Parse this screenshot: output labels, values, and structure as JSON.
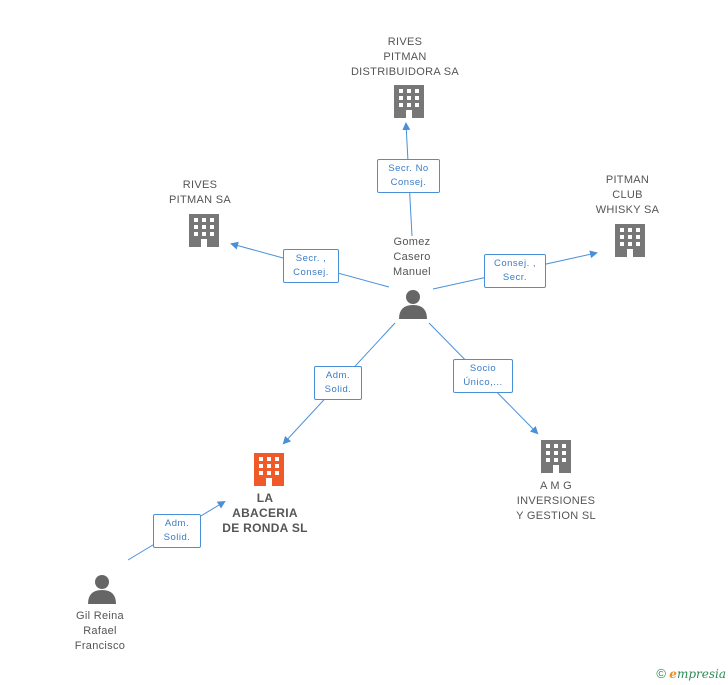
{
  "nodes": {
    "rives_pitman_distribuidora": "RIVES\nPITMAN\nDISTRIBUIDORA SA",
    "rives_pitman": "RIVES\nPITMAN SA",
    "pitman_club_whisky": "PITMAN\nCLUB\nWHISKY SA",
    "gomez_casero": "Gomez\nCasero\nManuel",
    "la_abaceria": "LA\nABACERIA\nDE RONDA  SL",
    "amg_inversiones": "A M G\nINVERSIONES\nY GESTION SL",
    "gil_reina": "Gil Reina\nRafael\nFrancisco"
  },
  "edges": {
    "to_distribuidora": "Secr. No\nConsej.",
    "to_rives_pitman": "Secr. ,\nConsej.",
    "to_whisky": "Consej. ,\nSecr.",
    "to_abaceria_from_gomez": "Adm.\nSolid.",
    "to_amg": "Socio\nÚnico,...",
    "to_abaceria_from_gil": "Adm.\nSolid."
  },
  "colors": {
    "edge": "#4a90d9",
    "building": "#777777",
    "building_highlight": "#f05a28",
    "person": "#666666"
  },
  "footer": {
    "copyright": "©",
    "brand_e": "e",
    "brand_rest": "mpresia"
  }
}
